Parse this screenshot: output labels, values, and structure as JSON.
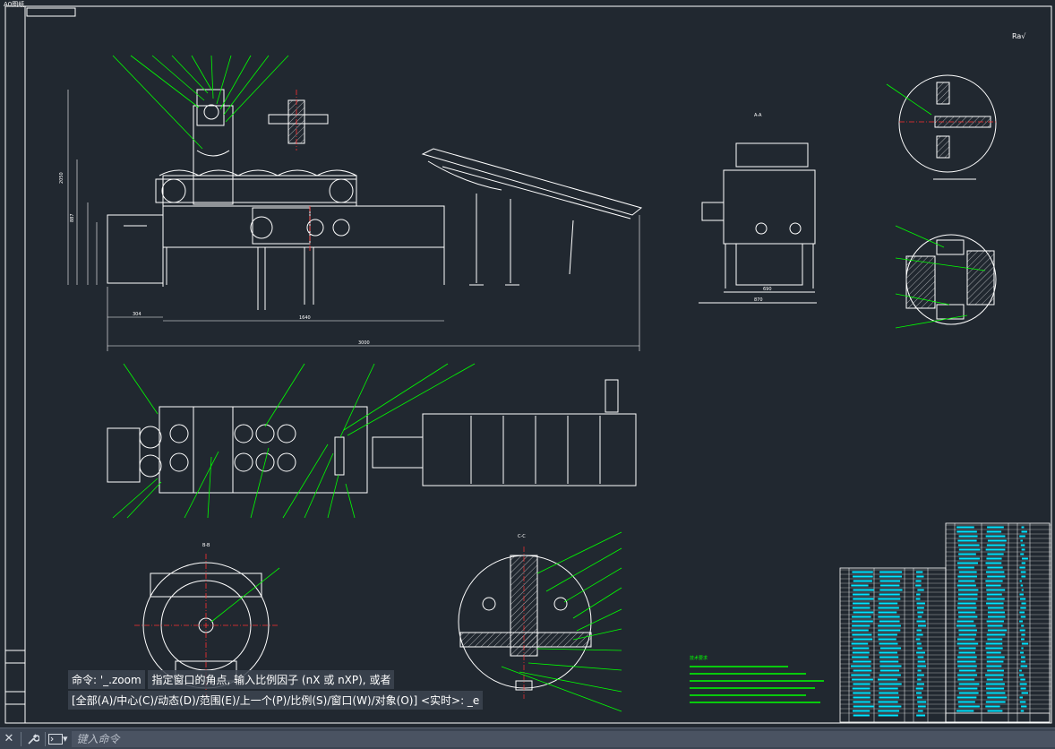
{
  "window": {
    "tab_label": "A0图纸"
  },
  "drawing": {
    "roughness_symbol": "Ra√",
    "section_label_aa": "A-A",
    "section_label_bb": "B-B",
    "section_label_cc": "C-C",
    "dim_overall": "3000",
    "dim_left": "304",
    "dim_mid": "1640",
    "dim_height": "2050",
    "dim_height2": "887",
    "dim_side_w": "690",
    "dim_side_w2": "870",
    "tech_req_title": "技术要求"
  },
  "command_history": [
    "命令: '_.zoom",
    "指定窗口的角点, 输入比例因子 (nX 或 nXP), 或者",
    "[全部(A)/中心(C)/动态(D)/范围(E)/上一个(P)/比例(S)/窗口(W)/对象(O)] <实时>: _e"
  ],
  "command_line": {
    "placeholder": "键入命令"
  },
  "colors": {
    "background": "#212830",
    "line_white": "#ffffff",
    "leader_green": "#00ff00",
    "center_red": "#ff3030",
    "table_cyan": "#00e5ff"
  }
}
